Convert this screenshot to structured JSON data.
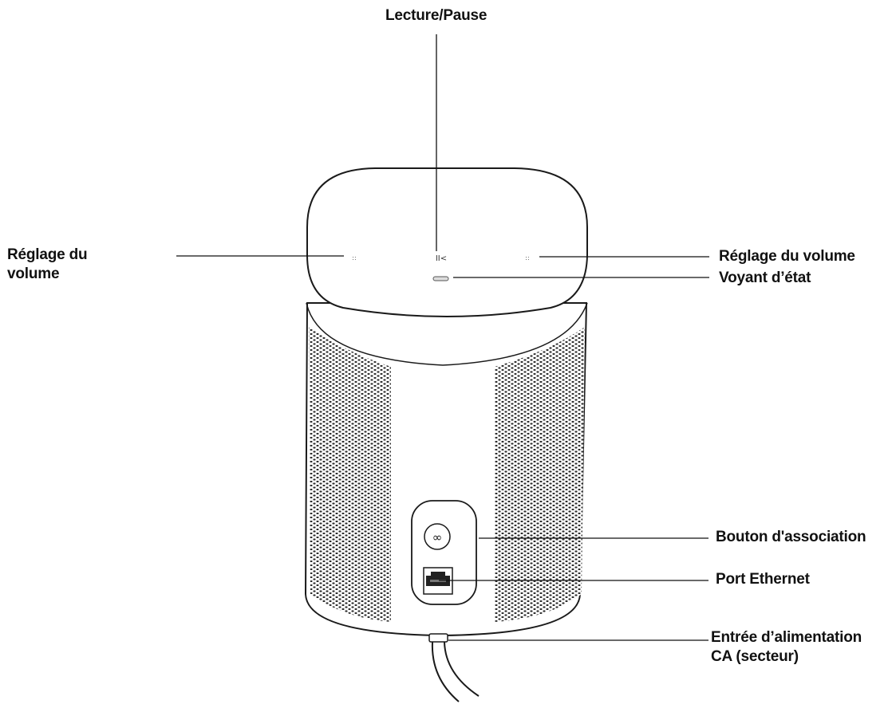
{
  "colors": {
    "line": "#111111",
    "outline": "#1a1a1a",
    "grille": "#2b2b2b",
    "background": "#ffffff"
  },
  "labels": {
    "play_pause": "Lecture/Pause",
    "volume_left_line1": "Réglage du",
    "volume_left_line2": "volume",
    "volume_right": "Réglage du volume",
    "status_light": "Voyant d’état",
    "pairing_button": "Bouton d'association",
    "ethernet_port": "Port Ethernet",
    "power_line1": "Entrée d’alimentation",
    "power_line2": "CA (secteur)"
  },
  "icons": {
    "play_pause_glyph": "II<",
    "volume_left_glyph": "::",
    "volume_right_glyph": "::",
    "pairing_glyph": "∞"
  }
}
